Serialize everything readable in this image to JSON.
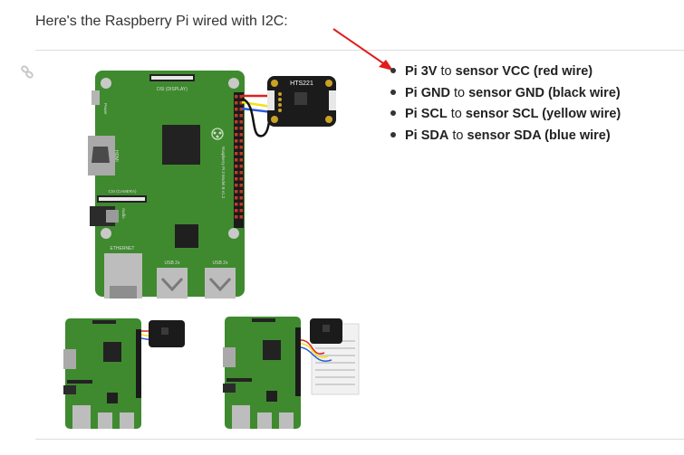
{
  "heading": "Here's the Raspberry Pi wired with I2C:",
  "board_labels": {
    "dsi": "DSI (DISPLAY)",
    "csi": "CSI (CAMERA)",
    "hdmi": "HDMI",
    "power": "Power",
    "audio": "Audio",
    "ethernet": "ETHERNET",
    "usb_left": "USB 2x",
    "usb_right": "USB 2x",
    "model": "Raspberry Pi 3 Model B v1.2",
    "sensor": "HTS221"
  },
  "wiring": [
    {
      "from": "Pi 3V",
      "connector": "to",
      "to": "sensor VCC (red wire)"
    },
    {
      "from": "Pi GND",
      "connector": "to",
      "to": "sensor GND (black wire)"
    },
    {
      "from": "Pi SCL",
      "connector": "to",
      "to": "sensor SCL (yellow wire)"
    },
    {
      "from": "Pi SDA",
      "connector": "to",
      "to": "sensor SDA (blue wire)"
    }
  ],
  "colors": {
    "board_green": "#3f8a2f",
    "arrow_red": "#e01c1c",
    "wire_red": "#e02020",
    "wire_yellow": "#f2e21a",
    "wire_blue": "#2b5bd8",
    "wire_black": "#111111"
  },
  "icons": {
    "permalink": "link-icon",
    "annotation": "arrow-icon"
  }
}
